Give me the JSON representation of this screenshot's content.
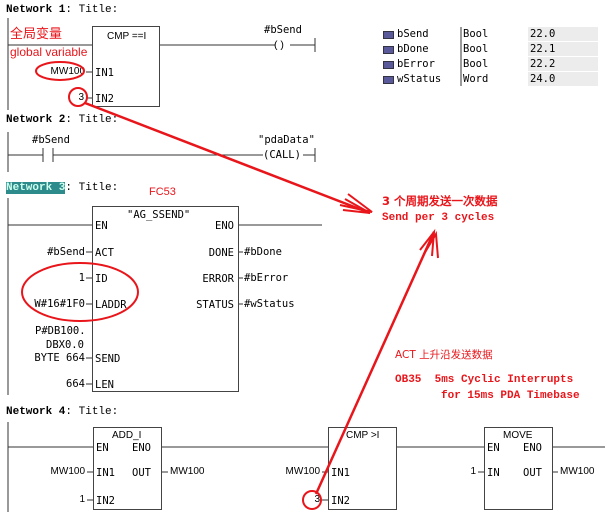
{
  "networks": [
    {
      "label": "Network 1",
      "title": ": Title:"
    },
    {
      "label": "Network 2",
      "title": ": Title:"
    },
    {
      "label": "Network 3",
      "title": ": Title:"
    },
    {
      "label": "Network 4",
      "title": ": Title:"
    }
  ],
  "n1": {
    "box_title": "CMP ==I",
    "in1_label": "IN1",
    "in2_label": "IN2",
    "in1_value": "MW100",
    "in2_value": "3",
    "coil_var": "#bSend",
    "coil": "( )"
  },
  "annot_global_cn": "全局变量",
  "annot_global_en": "global variable",
  "var_table": [
    {
      "name": "bSend",
      "type": "Bool",
      "value": "22.0"
    },
    {
      "name": "bDone",
      "type": "Bool",
      "value": "22.1"
    },
    {
      "name": "bError",
      "type": "Bool",
      "value": "22.2"
    },
    {
      "name": "wStatus",
      "type": "Word",
      "value": "24.0"
    }
  ],
  "n2": {
    "contact_var": "#bSend",
    "call_target": "\"pdaData\"",
    "call": "(CALL)"
  },
  "n3": {
    "fc_label": "FC53",
    "box_title": "\"AG_SSEND\"",
    "en": "EN",
    "eno": "ENO",
    "inputs": [
      {
        "pin": "ACT",
        "value": "#bSend"
      },
      {
        "pin": "ID",
        "value": "1"
      },
      {
        "pin": "LADDR",
        "value": "W#16#1F0"
      },
      {
        "pin": "SEND",
        "value": "BYTE 664",
        "value_pre1": "P#DB100.",
        "value_pre2": "DBX0.0"
      },
      {
        "pin": "LEN",
        "value": "664"
      }
    ],
    "outputs": [
      {
        "pin": "DONE",
        "value": "#bDone"
      },
      {
        "pin": "ERROR",
        "value": "#bError"
      },
      {
        "pin": "STATUS",
        "value": "#wStatus"
      }
    ]
  },
  "annotations": {
    "cycles_cn": "3 个周期发送一次数据",
    "cycles_en": "Send per 3 cycles",
    "act_cn": "ACT 上升沿发送数据",
    "ob35_line1": "OB35  5ms Cyclic Interrupts",
    "ob35_line2": "for 15ms PDA Timebase"
  },
  "n4": {
    "add": {
      "title": "ADD_I",
      "en": "EN",
      "eno": "ENO",
      "in1": "IN1",
      "in2": "IN2",
      "out": "OUT",
      "in1_value": "MW100",
      "in2_value": "1",
      "out_value": "MW100"
    },
    "cmp": {
      "title": "CMP >I",
      "in1": "IN1",
      "in2": "IN2",
      "in1_value": "MW100",
      "in2_value": "3"
    },
    "move": {
      "title": "MOVE",
      "en": "EN",
      "eno": "ENO",
      "in": "IN",
      "out": "OUT",
      "in_value": "1",
      "out_value": "MW100"
    }
  },
  "colors": {
    "annotation": "#e8161b",
    "highlight": "#2e8b8b"
  }
}
